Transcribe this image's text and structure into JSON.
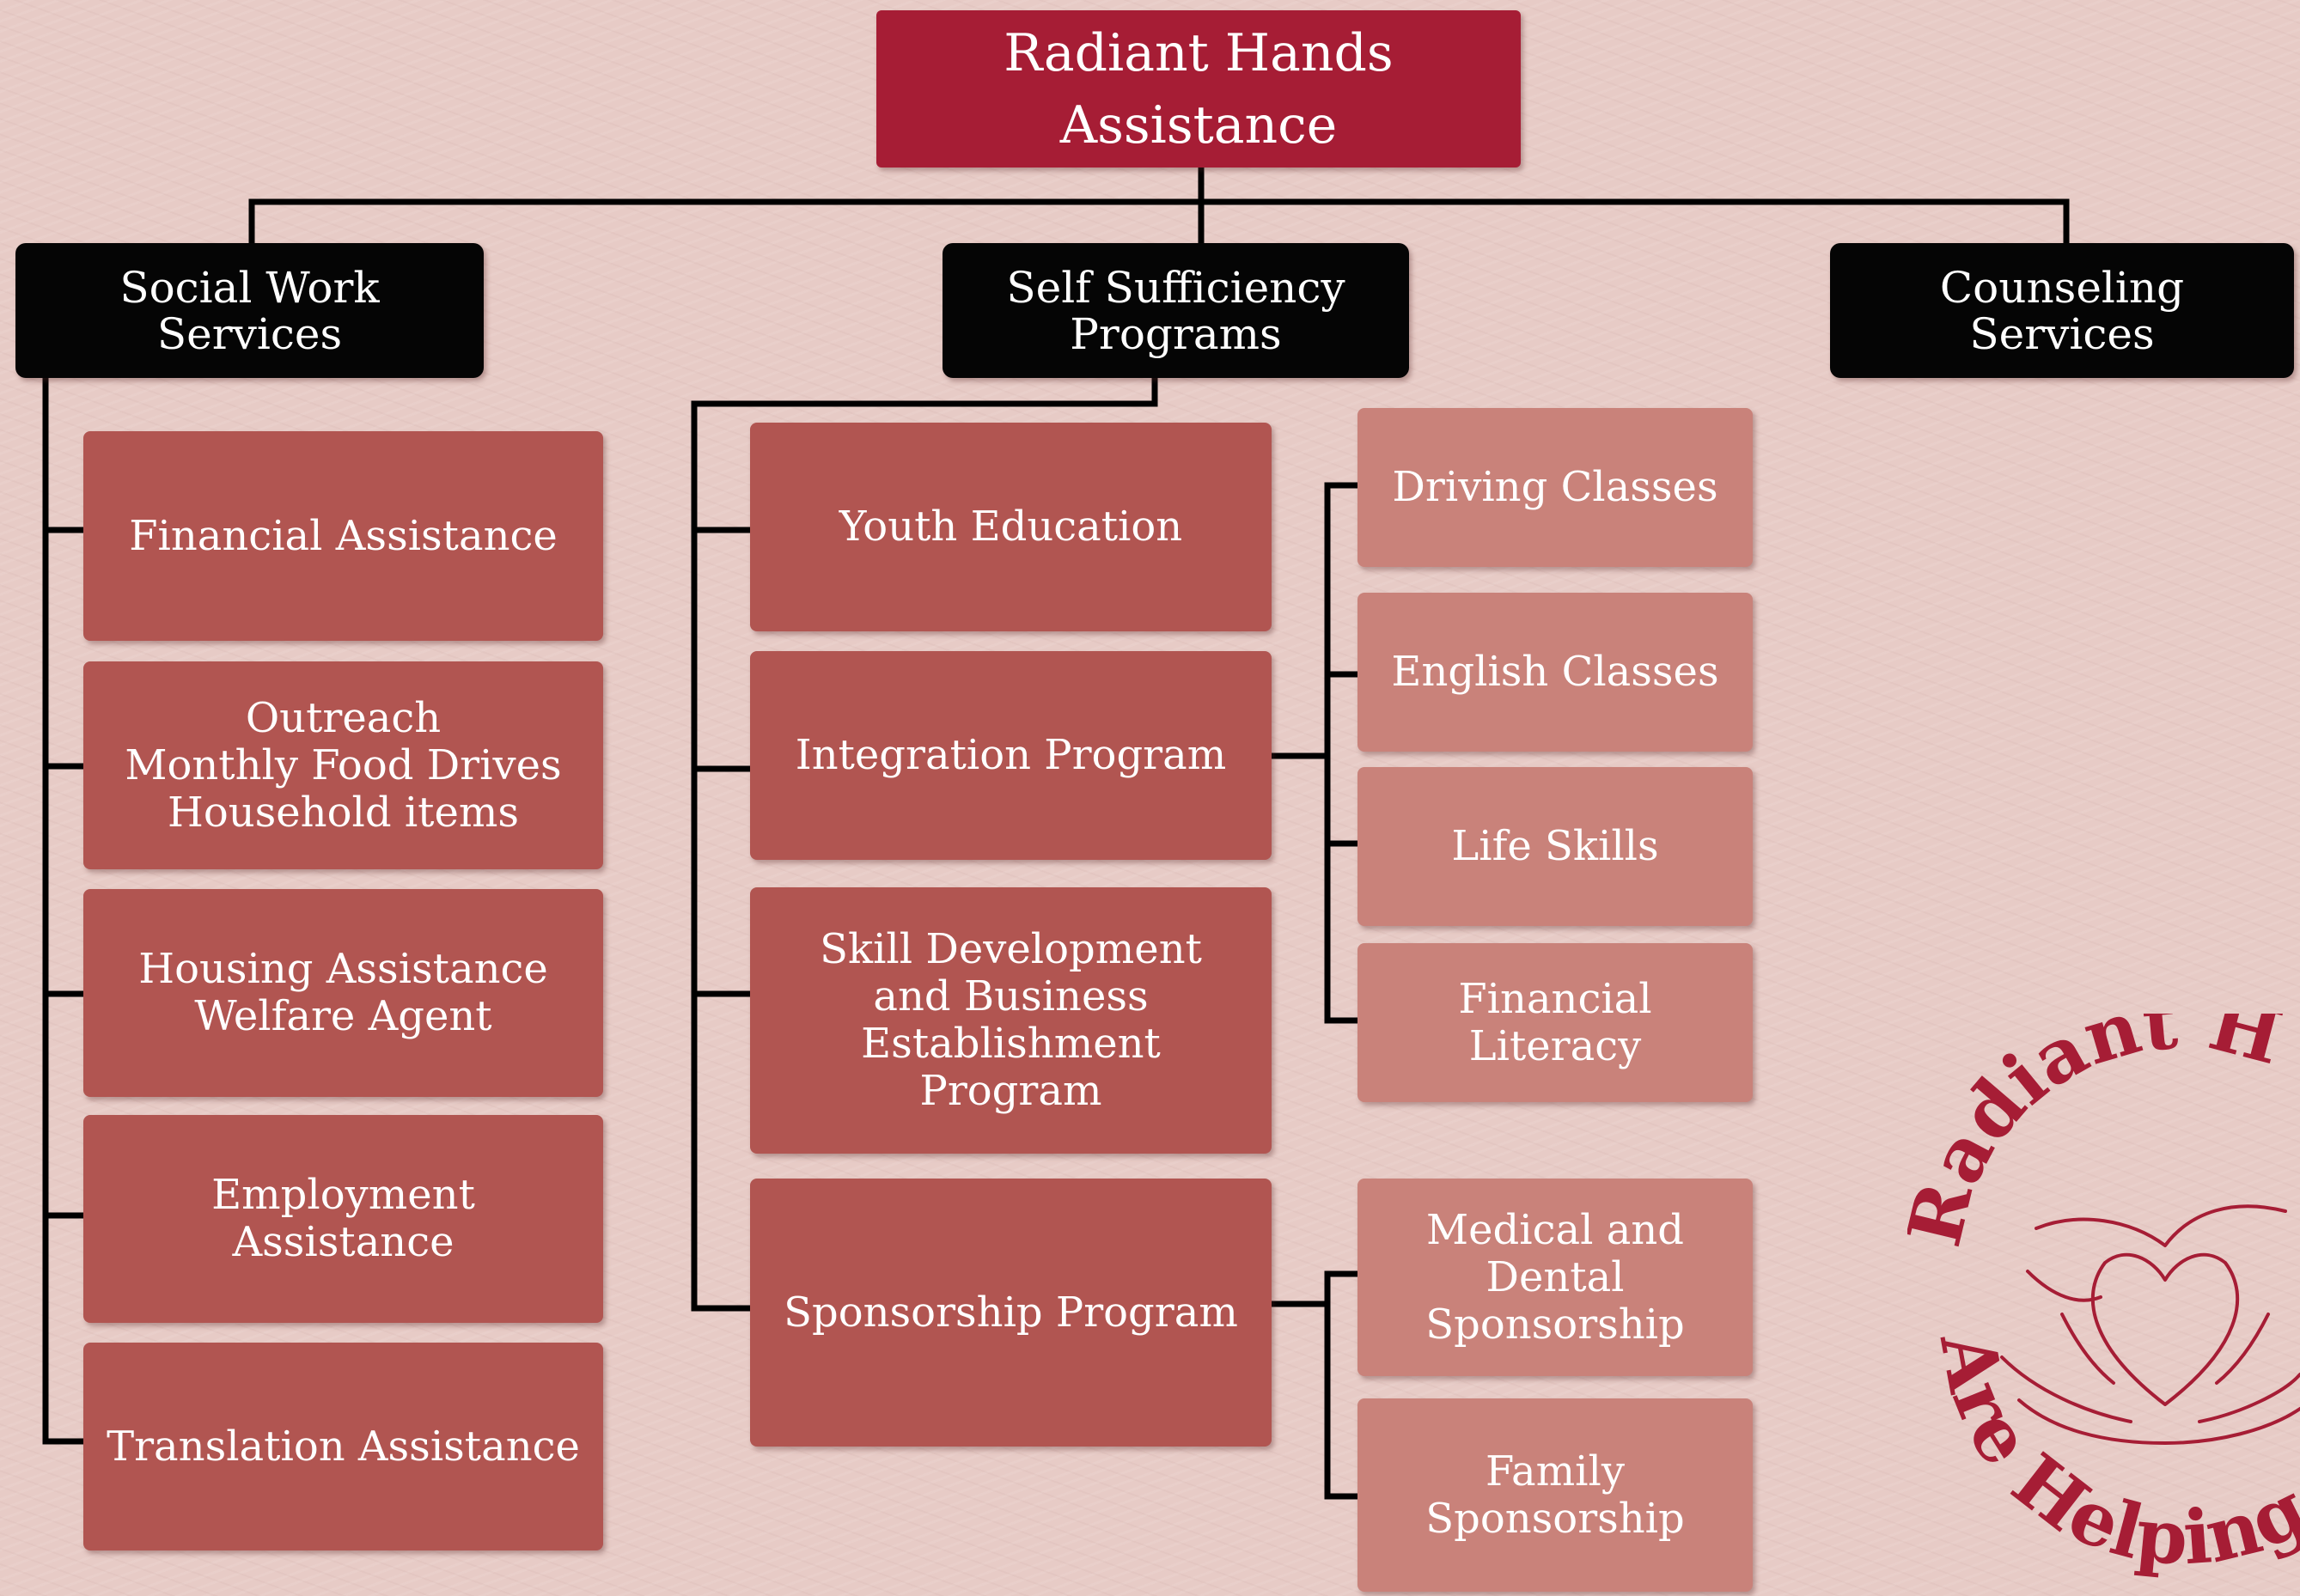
{
  "root": {
    "label": "Radiant Hands\nAssistance"
  },
  "categories": {
    "social_work": "Social Work\nServices",
    "self_sufficiency": "Self Sufficiency\nPrograms",
    "counseling": "Counseling\nServices"
  },
  "social_work_items": {
    "financial_assistance": "Financial Assistance",
    "outreach": "Outreach\nMonthly Food Drives\nHousehold items",
    "housing": "Housing Assistance\nWelfare Agent",
    "employment": "Employment\nAssistance",
    "translation": "Translation Assistance"
  },
  "self_sufficiency_items": {
    "youth_education": "Youth Education",
    "integration": "Integration Program",
    "skill_development": "Skill Development\nand Business\nEstablishment\nProgram",
    "sponsorship": "Sponsorship Program"
  },
  "integration_items": {
    "driving": "Driving Classes",
    "english": "English Classes",
    "life_skills": "Life Skills",
    "financial_literacy": "Financial\nLiteracy"
  },
  "sponsorship_items": {
    "medical_dental": "Medical and\nDental\nSponsorship",
    "family": "Family\nSponsorship"
  },
  "logo": {
    "arc_top": "Radiant H",
    "arc_bottom": "Are Helping"
  },
  "colors": {
    "root": "#a61d35",
    "category": "#050505",
    "level2": "#b15551",
    "level3": "#c9827a",
    "connector": "#000000",
    "logo": "#a61d35"
  }
}
